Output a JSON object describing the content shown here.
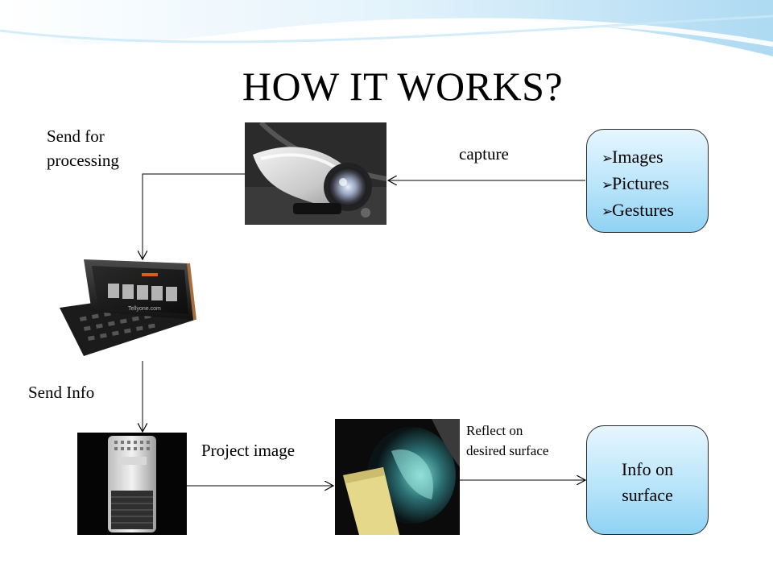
{
  "slide": {
    "title": "HOW IT WORKS?"
  },
  "labels": {
    "send_for_processing_line1": "Send for",
    "send_for_processing_line2": "processing",
    "capture": "capture",
    "send_info": "Send Info",
    "project_image": "Project image",
    "reflect_line1": "Reflect on",
    "reflect_line2": "desired surface"
  },
  "input_box": {
    "items": [
      "Images",
      "Pictures",
      "Gestures"
    ],
    "bullet_icon": "arrow-bullet-icon"
  },
  "output_box": {
    "line1": "Info on",
    "line2": "surface"
  },
  "photos": {
    "camera": "camera-photo",
    "phone": "smartphone-photo",
    "projector": "projector-photo",
    "projection": "projection-photo",
    "phone_watermark": "Tellyone.com"
  },
  "colors": {
    "box_top": "#e6f6ff",
    "box_bottom": "#8fd2f3",
    "wave": "#bfe3f7"
  }
}
